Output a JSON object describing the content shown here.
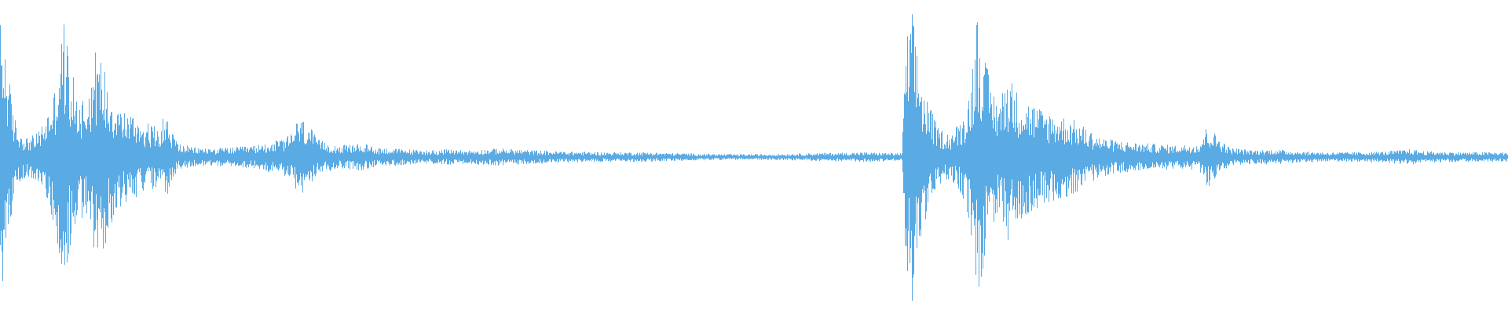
{
  "waveform": {
    "color": "#5aaae4",
    "background": "#ffffff",
    "envelope": [
      [
        0.0,
        0.7
      ],
      [
        0.004,
        0.55
      ],
      [
        0.008,
        0.25
      ],
      [
        0.012,
        0.14
      ],
      [
        0.018,
        0.1
      ],
      [
        0.024,
        0.12
      ],
      [
        0.03,
        0.2
      ],
      [
        0.036,
        0.35
      ],
      [
        0.042,
        0.72
      ],
      [
        0.047,
        0.45
      ],
      [
        0.052,
        0.3
      ],
      [
        0.058,
        0.35
      ],
      [
        0.063,
        0.55
      ],
      [
        0.068,
        0.5
      ],
      [
        0.073,
        0.35
      ],
      [
        0.08,
        0.25
      ],
      [
        0.088,
        0.22
      ],
      [
        0.095,
        0.18
      ],
      [
        0.103,
        0.16
      ],
      [
        0.11,
        0.22
      ],
      [
        0.113,
        0.15
      ],
      [
        0.118,
        0.07
      ],
      [
        0.128,
        0.05
      ],
      [
        0.14,
        0.045
      ],
      [
        0.155,
        0.05
      ],
      [
        0.17,
        0.06
      ],
      [
        0.18,
        0.08
      ],
      [
        0.19,
        0.1
      ],
      [
        0.198,
        0.2
      ],
      [
        0.204,
        0.18
      ],
      [
        0.21,
        0.09
      ],
      [
        0.225,
        0.06
      ],
      [
        0.24,
        0.07
      ],
      [
        0.25,
        0.05
      ],
      [
        0.28,
        0.035
      ],
      [
        0.3,
        0.04
      ],
      [
        0.31,
        0.035
      ],
      [
        0.33,
        0.045
      ],
      [
        0.34,
        0.04
      ],
      [
        0.37,
        0.03
      ],
      [
        0.4,
        0.025
      ],
      [
        0.43,
        0.025
      ],
      [
        0.45,
        0.02
      ],
      [
        0.48,
        0.015
      ],
      [
        0.51,
        0.015
      ],
      [
        0.54,
        0.02
      ],
      [
        0.57,
        0.025
      ],
      [
        0.598,
        0.02
      ],
      [
        0.6,
        0.55
      ],
      [
        0.604,
        0.78
      ],
      [
        0.608,
        0.55
      ],
      [
        0.612,
        0.35
      ],
      [
        0.617,
        0.25
      ],
      [
        0.622,
        0.15
      ],
      [
        0.63,
        0.12
      ],
      [
        0.638,
        0.2
      ],
      [
        0.643,
        0.35
      ],
      [
        0.648,
        0.78
      ],
      [
        0.653,
        0.5
      ],
      [
        0.658,
        0.35
      ],
      [
        0.663,
        0.3
      ],
      [
        0.668,
        0.45
      ],
      [
        0.673,
        0.35
      ],
      [
        0.68,
        0.3
      ],
      [
        0.69,
        0.25
      ],
      [
        0.7,
        0.22
      ],
      [
        0.71,
        0.2
      ],
      [
        0.72,
        0.15
      ],
      [
        0.73,
        0.1
      ],
      [
        0.745,
        0.08
      ],
      [
        0.76,
        0.07
      ],
      [
        0.78,
        0.06
      ],
      [
        0.795,
        0.07
      ],
      [
        0.8,
        0.16
      ],
      [
        0.806,
        0.12
      ],
      [
        0.815,
        0.05
      ],
      [
        0.83,
        0.035
      ],
      [
        0.845,
        0.04
      ],
      [
        0.86,
        0.03
      ],
      [
        0.88,
        0.025
      ],
      [
        0.9,
        0.025
      ],
      [
        0.92,
        0.03
      ],
      [
        0.935,
        0.04
      ],
      [
        0.945,
        0.03
      ],
      [
        0.97,
        0.025
      ],
      [
        1.0,
        0.025
      ]
    ]
  }
}
